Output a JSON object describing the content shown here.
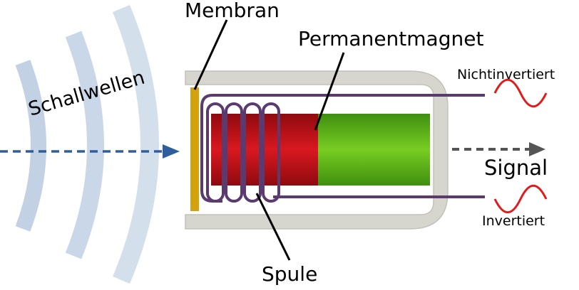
{
  "labels": {
    "membran": "Membran",
    "permanentmagnet": "Permanentmagnet",
    "schallwellen": "Schallwellen",
    "nichtinvertiert": "Nichtinvertiert",
    "signal": "Signal",
    "invertiert": "Invertiert",
    "spule": "Spule"
  },
  "colors": {
    "sound_wave": "#b8c9e0",
    "sound_arrow": "#2e5e9e",
    "housing_fill": "#d6d6cf",
    "housing_stroke": "#c2c2ba",
    "membrane": "#d4a20c",
    "coil": "#5b3a70",
    "magnet_red": "#c8101a",
    "magnet_green": "#63b61a",
    "signal_wave": "#e21a1a",
    "signal_arrow": "#555555"
  }
}
